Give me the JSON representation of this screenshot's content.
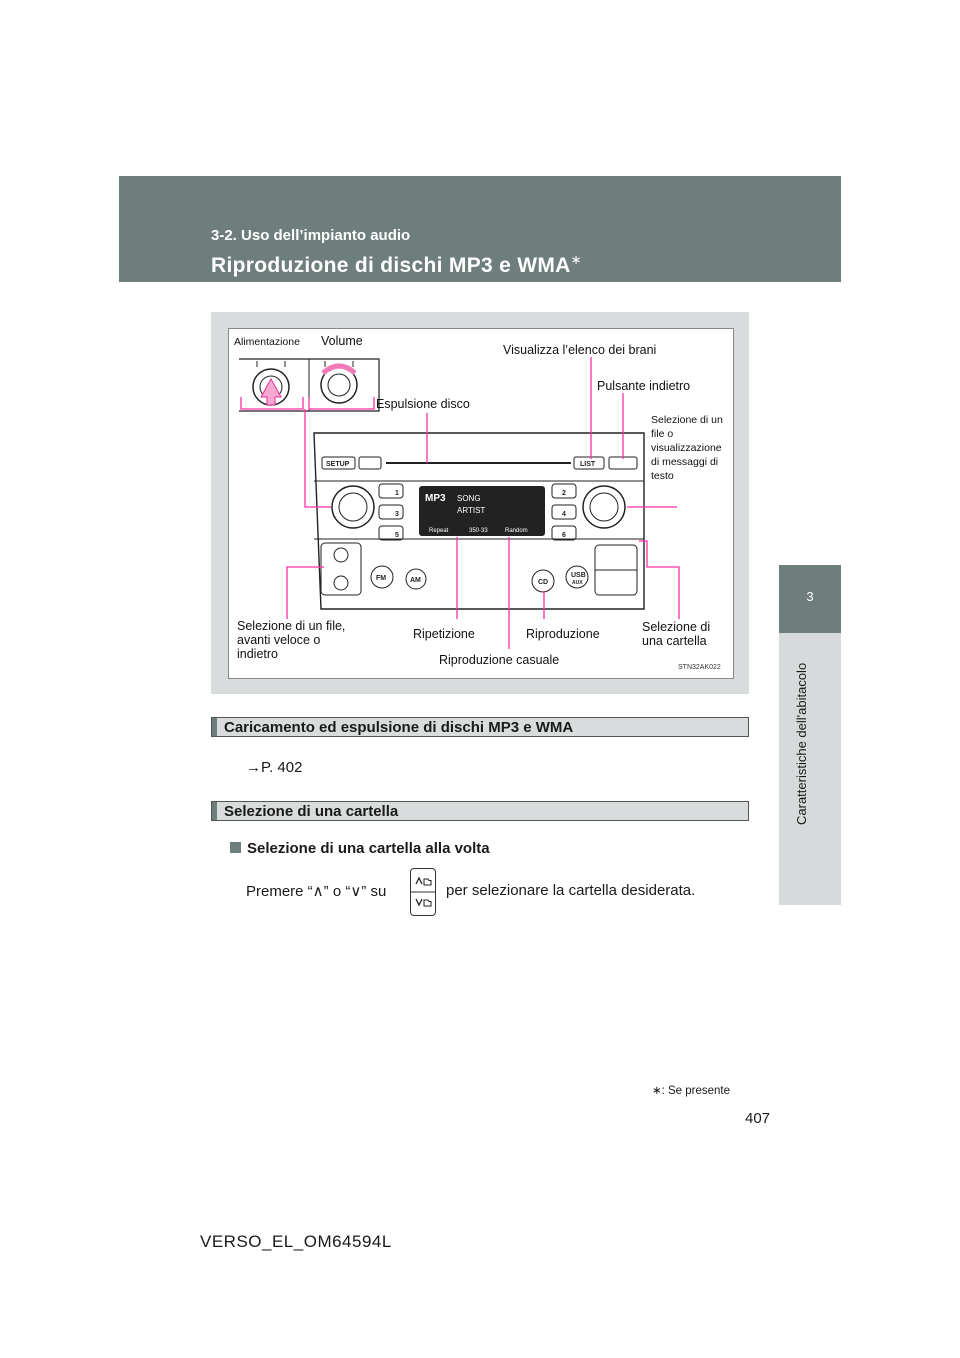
{
  "header": {
    "section": "3-2. Uso dell’impianto audio",
    "title": "Riproduzione di dischi MP3 e WMA",
    "title_mark": "∗"
  },
  "side_tab": {
    "number": "3",
    "label": "Caratteristiche dell'abitacolo"
  },
  "figure": {
    "labels": {
      "alimentazione": "Alimentazione",
      "volume": "Volume",
      "espulsione": "Espulsione disco",
      "visualizza": "Visualizza l’elenco dei brani",
      "indietro": "Pulsante indietro",
      "selezione_file": "Selezione di un file o visualizzazione di messaggi di testo",
      "avanti_veloce": "Selezione di un file, avanti veloce o indietro",
      "ripetizione": "Ripetizione",
      "riproduzione": "Riproduzione",
      "selezione_cartella": "Selezione di una cartella",
      "casuale": "Riproduzione casuale"
    },
    "code": "STN32AK022",
    "unit": {
      "setup": "SETUP",
      "list": "LIST",
      "fm": "FM",
      "am": "AM",
      "cd": "CD",
      "usb": "USB",
      "aux": "AUX",
      "screen_song": "SONG",
      "screen_artist": "ARTIST",
      "screen_mp3": "MP3",
      "screen_repeat": "Repeat",
      "screen_time": "350·33",
      "screen_random": "Random",
      "presets": [
        "1",
        "2",
        "3",
        "4",
        "5",
        "6"
      ]
    }
  },
  "sections": [
    {
      "heading": "Caricamento ed espulsione di dischi MP3 e WMA",
      "text": "→P. 402"
    },
    {
      "heading": "Selezione di una cartella"
    }
  ],
  "subsection": {
    "heading": "Selezione di una cartella alla volta",
    "text_before": "Premere “∧” o “∨” su",
    "text_after": "per selezionare la cartella desiderata."
  },
  "footnote": "∗: Se presente",
  "page_number": "407",
  "doc_id": "VERSO_EL_OM64594L",
  "colors": {
    "header": "#6e7e7c",
    "callout": "#ff2fa8",
    "figure_bg": "#d8dcdc"
  }
}
